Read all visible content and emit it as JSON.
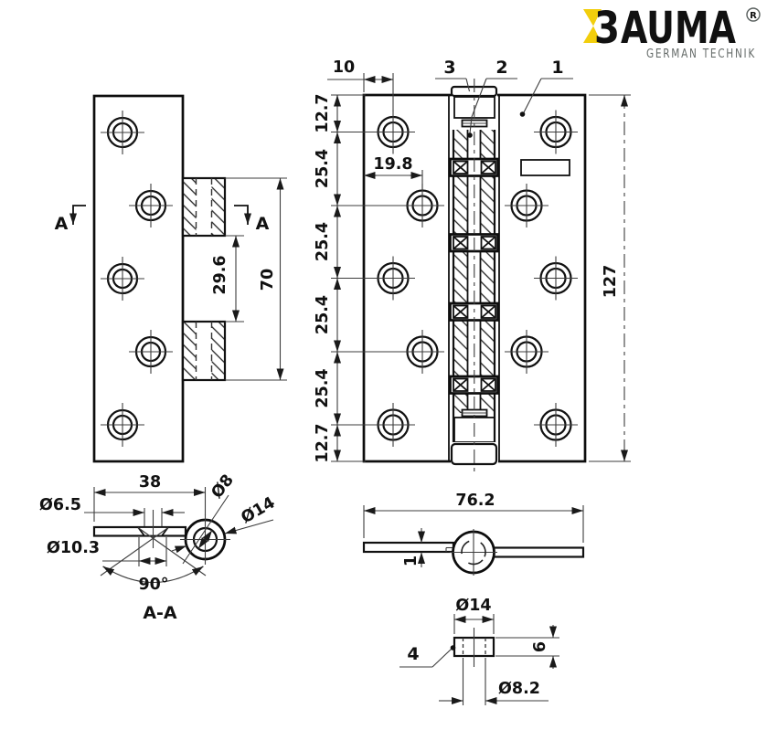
{
  "logo": {
    "brand": "BAUMA",
    "brand_b_glyph": "3",
    "brand_rest": "AUMA",
    "registered": "R",
    "subtitle": "GERMAN TECHNIK",
    "colors": {
      "yellow": "#F2CE0C",
      "dark": "#3E4745",
      "gray": "#666C6A"
    }
  },
  "front_view": {
    "dim_gap": "29.6",
    "dim_span": "70",
    "section_label_left": "A",
    "section_label_right": "A"
  },
  "main_view": {
    "dim_edge_offset": "10",
    "dim_hole_inset": "19.8",
    "dim_seg_top": "12.7",
    "dim_seg_2": "25.4",
    "dim_seg_3": "25.4",
    "dim_seg_4": "25.4",
    "dim_seg_5": "25.4",
    "dim_seg_bottom": "12.7",
    "dim_total_height": "127",
    "callout_1": "1",
    "callout_2": "2",
    "callout_3": "3"
  },
  "section_aa": {
    "title": "A-A",
    "dim_width": "38",
    "dim_hole": "Ø6.5",
    "dim_countersink": "Ø10.3",
    "dim_angle": "90°",
    "dim_pin": "Ø8",
    "dim_knuckle": "Ø14"
  },
  "top_view": {
    "dim_width": "76.2",
    "dim_thickness": "1"
  },
  "detail_view": {
    "callout_4": "4",
    "dim_outer": "Ø14",
    "dim_height": "6",
    "dim_bore": "Ø8.2"
  }
}
